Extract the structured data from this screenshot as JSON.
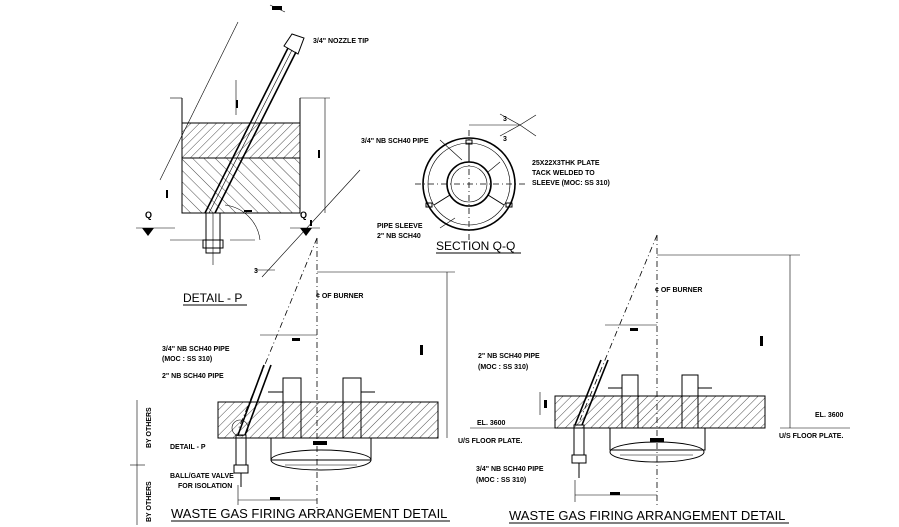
{
  "detail_p": {
    "nozzle_tip": "3/4\" NOZZLE TIP",
    "section_mark": "Q",
    "title": "DETAIL - P"
  },
  "section_qq": {
    "pipe_label": "3/4\" NB SCH40 PIPE",
    "plate_label": "25X22X3THK PLATE",
    "tack_label_1": "TACK WELDED TO",
    "tack_label_2": "SLEEVE (MOC: SS 310)",
    "sleeve_label_1": "PIPE SLEEVE",
    "sleeve_label_2": "2\" NB SCH40",
    "title": "SECTION Q-Q",
    "dim_3a": "3",
    "dim_3b": "3"
  },
  "left_detail": {
    "cl_burner": "¢ OF BURNER",
    "pipe_label_1": "3/4\" NB SCH40 PIPE",
    "pipe_label_2": "(MOC : SS 310)",
    "pipe_label_3": "2\" NB SCH40 PIPE",
    "detail_p_ref": "DETAIL - P",
    "valve_1": "BALL/GATE VALVE",
    "valve_2": "FOR ISOLATION",
    "by_others_1": "BY OTHERS",
    "by_others_2": "BY OTHERS",
    "title": "WASTE GAS FIRING ARRANGEMENT DETAIL"
  },
  "right_detail": {
    "cl_burner": "¢ OF BURNER",
    "pipe_label_1": "2\" NB SCH40 PIPE",
    "pipe_label_2": "(MOC : SS 310)",
    "el_left": "EL. 3600",
    "floor_left": "U/S FLOOR PLATE.",
    "el_right": "EL. 3600",
    "floor_right": "U/S FLOOR PLATE.",
    "pipe_bottom_1": "3/4\" NB SCH40 PIPE",
    "pipe_bottom_2": "(MOC : SS 310)",
    "title": "WASTE GAS FIRING ARRANGEMENT DETAIL"
  }
}
